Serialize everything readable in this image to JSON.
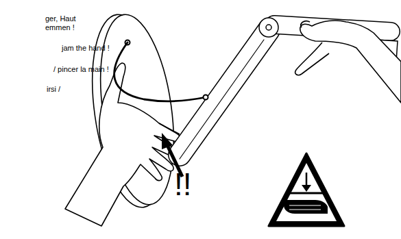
{
  "diagram": {
    "labels": [
      "ger, Haut emmen !",
      "jam the hand !",
      "/ pincer la main !",
      "irsi /",
      "!!"
    ]
  }
}
